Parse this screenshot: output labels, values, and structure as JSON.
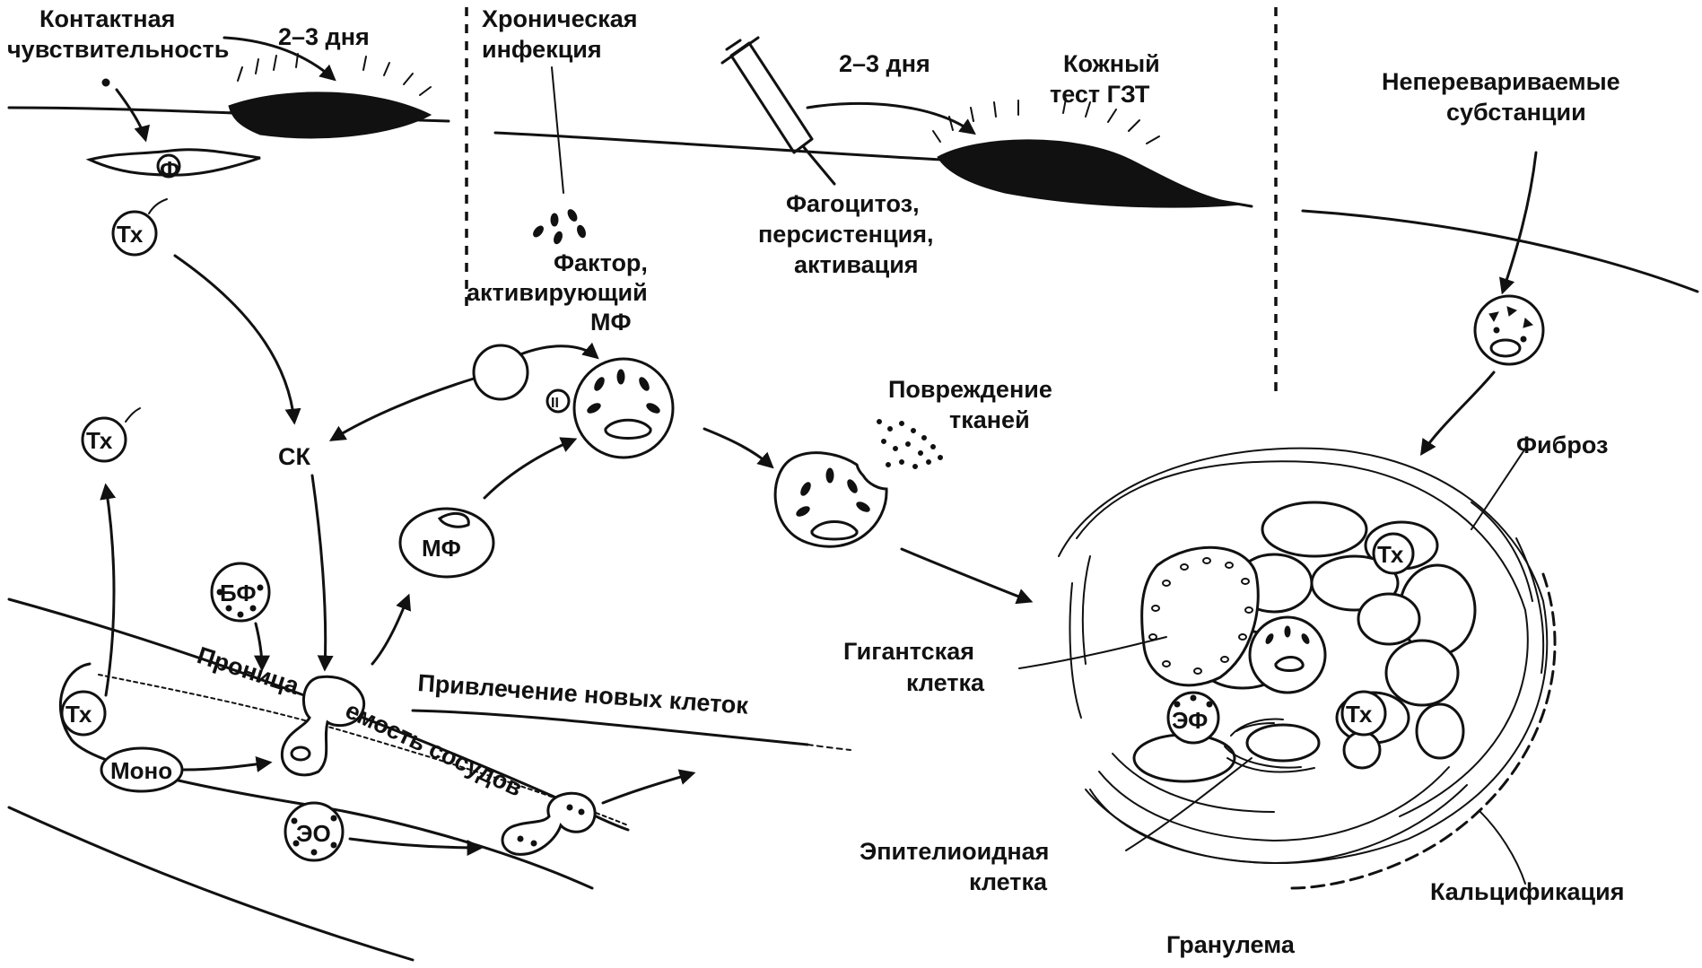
{
  "labels": {
    "contact_sensitivity": [
      "Контактная",
      "чувствительность"
    ],
    "days_left": "2–3  дня",
    "chronic_infection": [
      "Хроническая",
      "инфекция"
    ],
    "days_mid": "2–3  дня",
    "skin_test": [
      "Кожный",
      "тест ГЗТ"
    ],
    "phagocytosis": [
      "Фагоцитоз,",
      "персистенция,",
      "активация"
    ],
    "maf_factor": [
      "Фактор,",
      "активирующий",
      "МФ"
    ],
    "indigestible": [
      "Неперевариваемые",
      "субстанции"
    ],
    "tissue_damage": [
      "Повреждение",
      "тканей"
    ],
    "fibrosis": "Фиброз",
    "giant_cell": [
      "Гигантская",
      "клетка"
    ],
    "epithelioid_cell": [
      "Эпителиоидная",
      "клетка"
    ],
    "calcification": "Кальцификация",
    "granuloma": "Гранулема",
    "new_cells": "Привлечение новых клеток",
    "permeability_a": "Проница",
    "permeability_b": "емость сосудов"
  },
  "cells": {
    "th": "Тх",
    "th_sub": "Тх",
    "f": "Ф",
    "ii": "II",
    "sk": "СК",
    "bf": "БФ",
    "mf": "МФ",
    "mono": "Моно",
    "eo": "ЭО",
    "ef": "ЭФ"
  }
}
